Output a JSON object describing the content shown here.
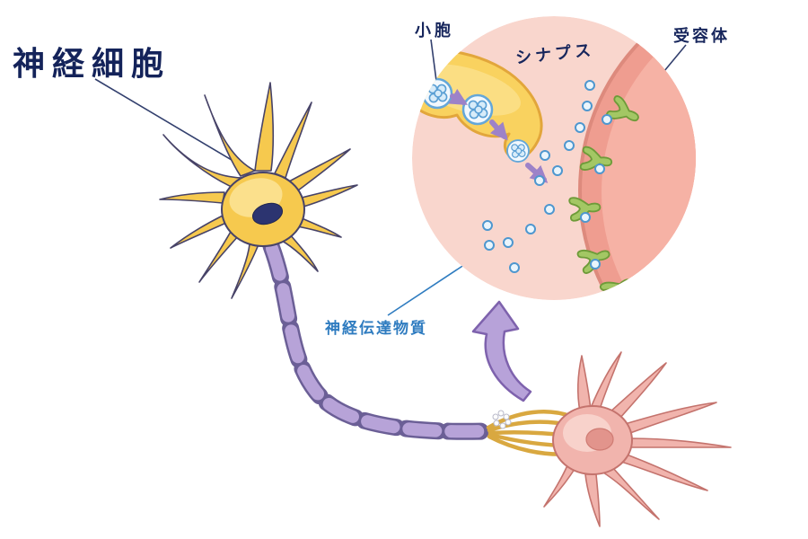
{
  "diagram": {
    "title": "神経細胞",
    "labels": {
      "vesicle": "小胞",
      "synapse": "シナプス",
      "receptor": "受容体",
      "neurotransmitter": "神経伝達物質"
    },
    "colors": {
      "label_navy": "#14235a",
      "label_blue": "#2f7cc0",
      "neuron_yellow": "#f6c94e",
      "myelin_lavender": "#b7a3d8",
      "myelin_outline": "#6b5f96",
      "inset_background_pink": "#f9d6cd",
      "membrane_pink": "#ef9d90",
      "receptor_green": "#a3c764",
      "neurotransmitter_blue": "#5a9fd4",
      "terminal_yellow": "#f9d25f",
      "second_neuron_pink": "#f1b4ad",
      "arrow_purple": "#b7a2d9"
    }
  }
}
